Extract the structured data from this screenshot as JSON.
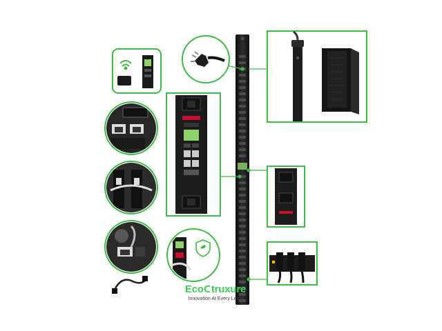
{
  "colors": {
    "frame_green": "#3dbb46",
    "pdu_body": "#1f1f1f",
    "pdu_dark": "#111111",
    "outlet_red": "#c8102e",
    "display_green": "#8fd16a",
    "brand_green": "#3dcd58"
  },
  "logo": {
    "name_prefix": "Eco",
    "name_suffix": "truxure",
    "tagline": "Innovation At Every Level"
  },
  "icons": [
    "wifi-icon",
    "power-plug-icon",
    "network-cable-icon",
    "leaf-shield-icon"
  ]
}
